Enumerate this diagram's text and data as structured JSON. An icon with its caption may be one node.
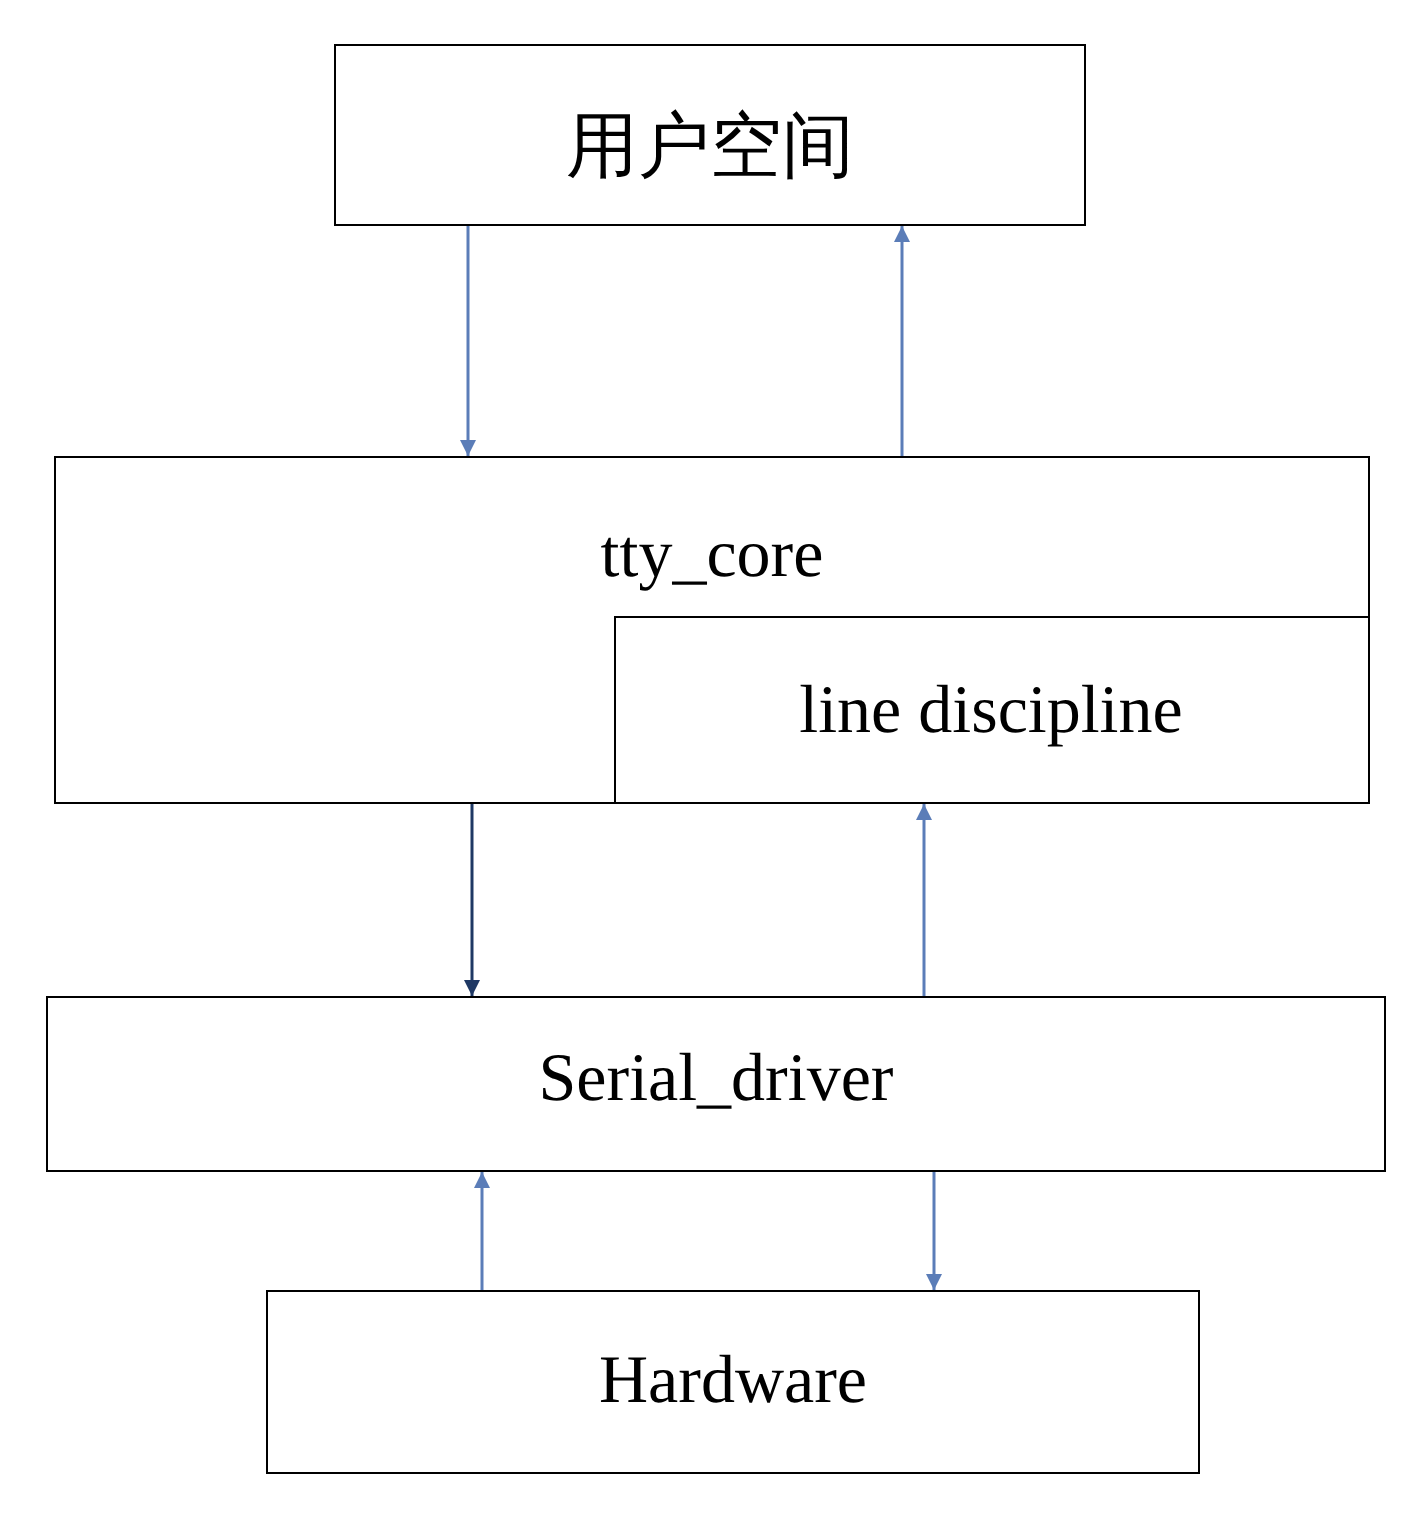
{
  "diagram": {
    "nodes": [
      {
        "text": [
          "用户空间"
        ]
      },
      {
        "text": [
          "tty_core"
        ]
      },
      {
        "text": [
          "line discipline"
        ],
        "in": 1
      },
      {
        "text": [
          "Serial_driver"
        ]
      },
      {
        "text": [
          "Hardware"
        ]
      }
    ],
    "edges": [
      {
        "from": 0,
        "to": 1,
        "arrow": "to"
      },
      {
        "from": 1,
        "to": 0,
        "arrow": "to"
      },
      {
        "from": 1,
        "to": 3,
        "arrow": "to",
        "color": "#1f3864"
      },
      {
        "from": 3,
        "to": 2,
        "arrow": "to"
      },
      {
        "from": 4,
        "to": 3,
        "arrow": "to"
      },
      {
        "from": 3,
        "to": 4,
        "arrow": "to"
      }
    ]
  }
}
